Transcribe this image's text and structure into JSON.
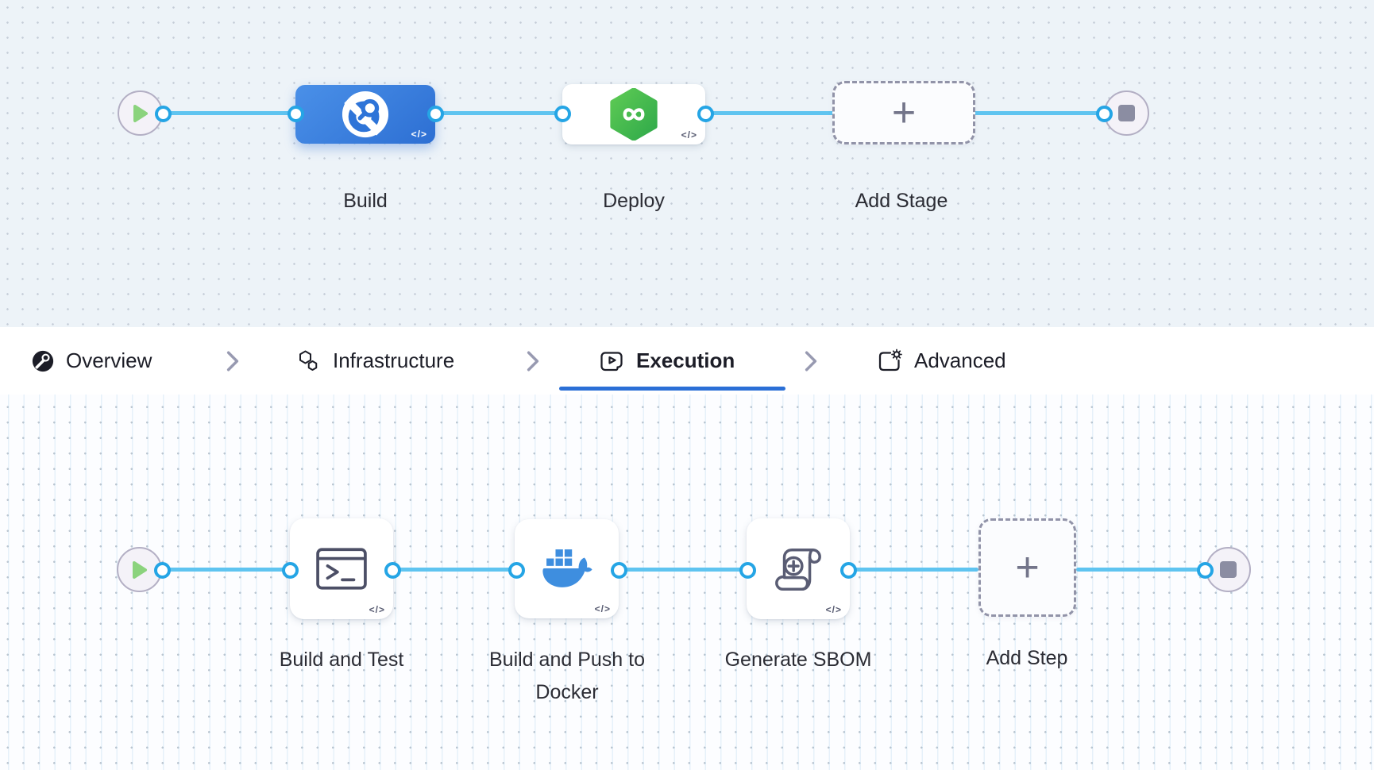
{
  "colors": {
    "canvas_top_bg": "#edf3f8",
    "canvas_bottom_bg": "#fcfdff",
    "connector_line": "#5fc4f0",
    "connector_ring": "#25a5e5",
    "selected_stage_blue": "#3079db",
    "deploy_green": "#3fbb4e",
    "docker_blue": "#3e8edf",
    "tab_underline": "#2b6fd6",
    "dashed_border": "#9193a8"
  },
  "badges": {
    "code": "</>",
    "plus": "+"
  },
  "stage_canvas": {
    "start_node": "start",
    "end_node": "stop",
    "stages": [
      {
        "label": "Build",
        "kind": "ci-build",
        "selected": true
      },
      {
        "label": "Deploy",
        "kind": "cd-deploy",
        "selected": false
      },
      {
        "label": "Add Stage",
        "kind": "add-stage",
        "selected": false
      }
    ]
  },
  "config_tabs": {
    "items": [
      {
        "label": "Overview",
        "active": false
      },
      {
        "label": "Infrastructure",
        "active": false
      },
      {
        "label": "Execution",
        "active": true
      },
      {
        "label": "Advanced",
        "active": false
      }
    ]
  },
  "execution_canvas": {
    "start_node": "start",
    "end_node": "stop",
    "steps": [
      {
        "label": "Build and Test",
        "kind": "run-step"
      },
      {
        "label": "Build and Push to Docker",
        "kind": "docker-step"
      },
      {
        "label": "Generate SBOM",
        "kind": "sbom-step"
      },
      {
        "label": "Add Step",
        "kind": "add-step"
      }
    ]
  }
}
